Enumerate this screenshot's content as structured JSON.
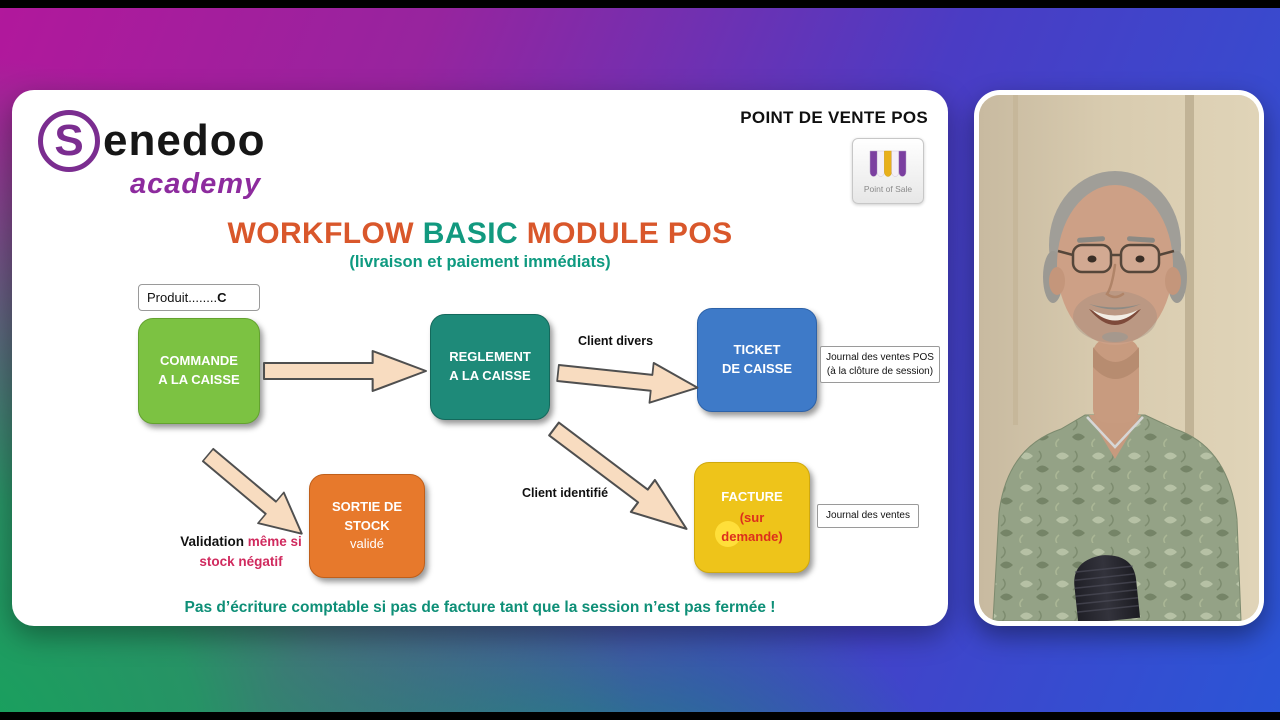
{
  "colors": {
    "bg_magenta": "#b1189c",
    "bg_blue": "#2b55d6",
    "bg_green": "#13a65b",
    "title_orange": "#d9572b",
    "title_teal": "#12997f",
    "box_green": "#7cc242",
    "box_teal": "#1e8a79",
    "box_blue": "#3e7ac8",
    "box_orange": "#e7792c",
    "box_yellow": "#eec41a",
    "arrow_fill": "#f8dcc0",
    "validation_red": "#d02a5e",
    "facture_red": "#dd2f1c"
  },
  "slide": {
    "logo": {
      "initial": "S",
      "name_rest": "enedoo",
      "tagline": "academy"
    },
    "pos_header": {
      "title": "POINT DE VENTE POS",
      "icon_caption": "Point of Sale"
    },
    "title": {
      "part_workflow": "WORKFLOW ",
      "part_basic": "BASIC ",
      "part_module": "MODULE POS"
    },
    "subtitle": "(livraison et paiement immédiats)",
    "flow": {
      "produit_prefix": "Produit........",
      "produit_suffix": "C",
      "commande": "COMMANDE\nA LA CAISSE",
      "reglement": "REGLEMENT\nA LA CAISSE",
      "ticket": "TICKET\nDE CAISSE",
      "sortie_title": "SORTIE DE\nSTOCK",
      "sortie_sub": "validé",
      "facture_title": "FACTURE",
      "facture_sub": "(sur\ndemande)",
      "label_client_divers": "Client divers",
      "label_client_identifie": "Client identifié",
      "note_journal_pos_line1": "Journal des ventes POS",
      "note_journal_pos_line2": "(à la clôture de session)",
      "note_journal_ventes": "Journal des ventes",
      "validation_black": "Validation",
      "validation_red": " même si stock négatif"
    },
    "footer_note": "Pas d’écriture comptable si pas de facture tant que la session n’est pas fermée !"
  }
}
